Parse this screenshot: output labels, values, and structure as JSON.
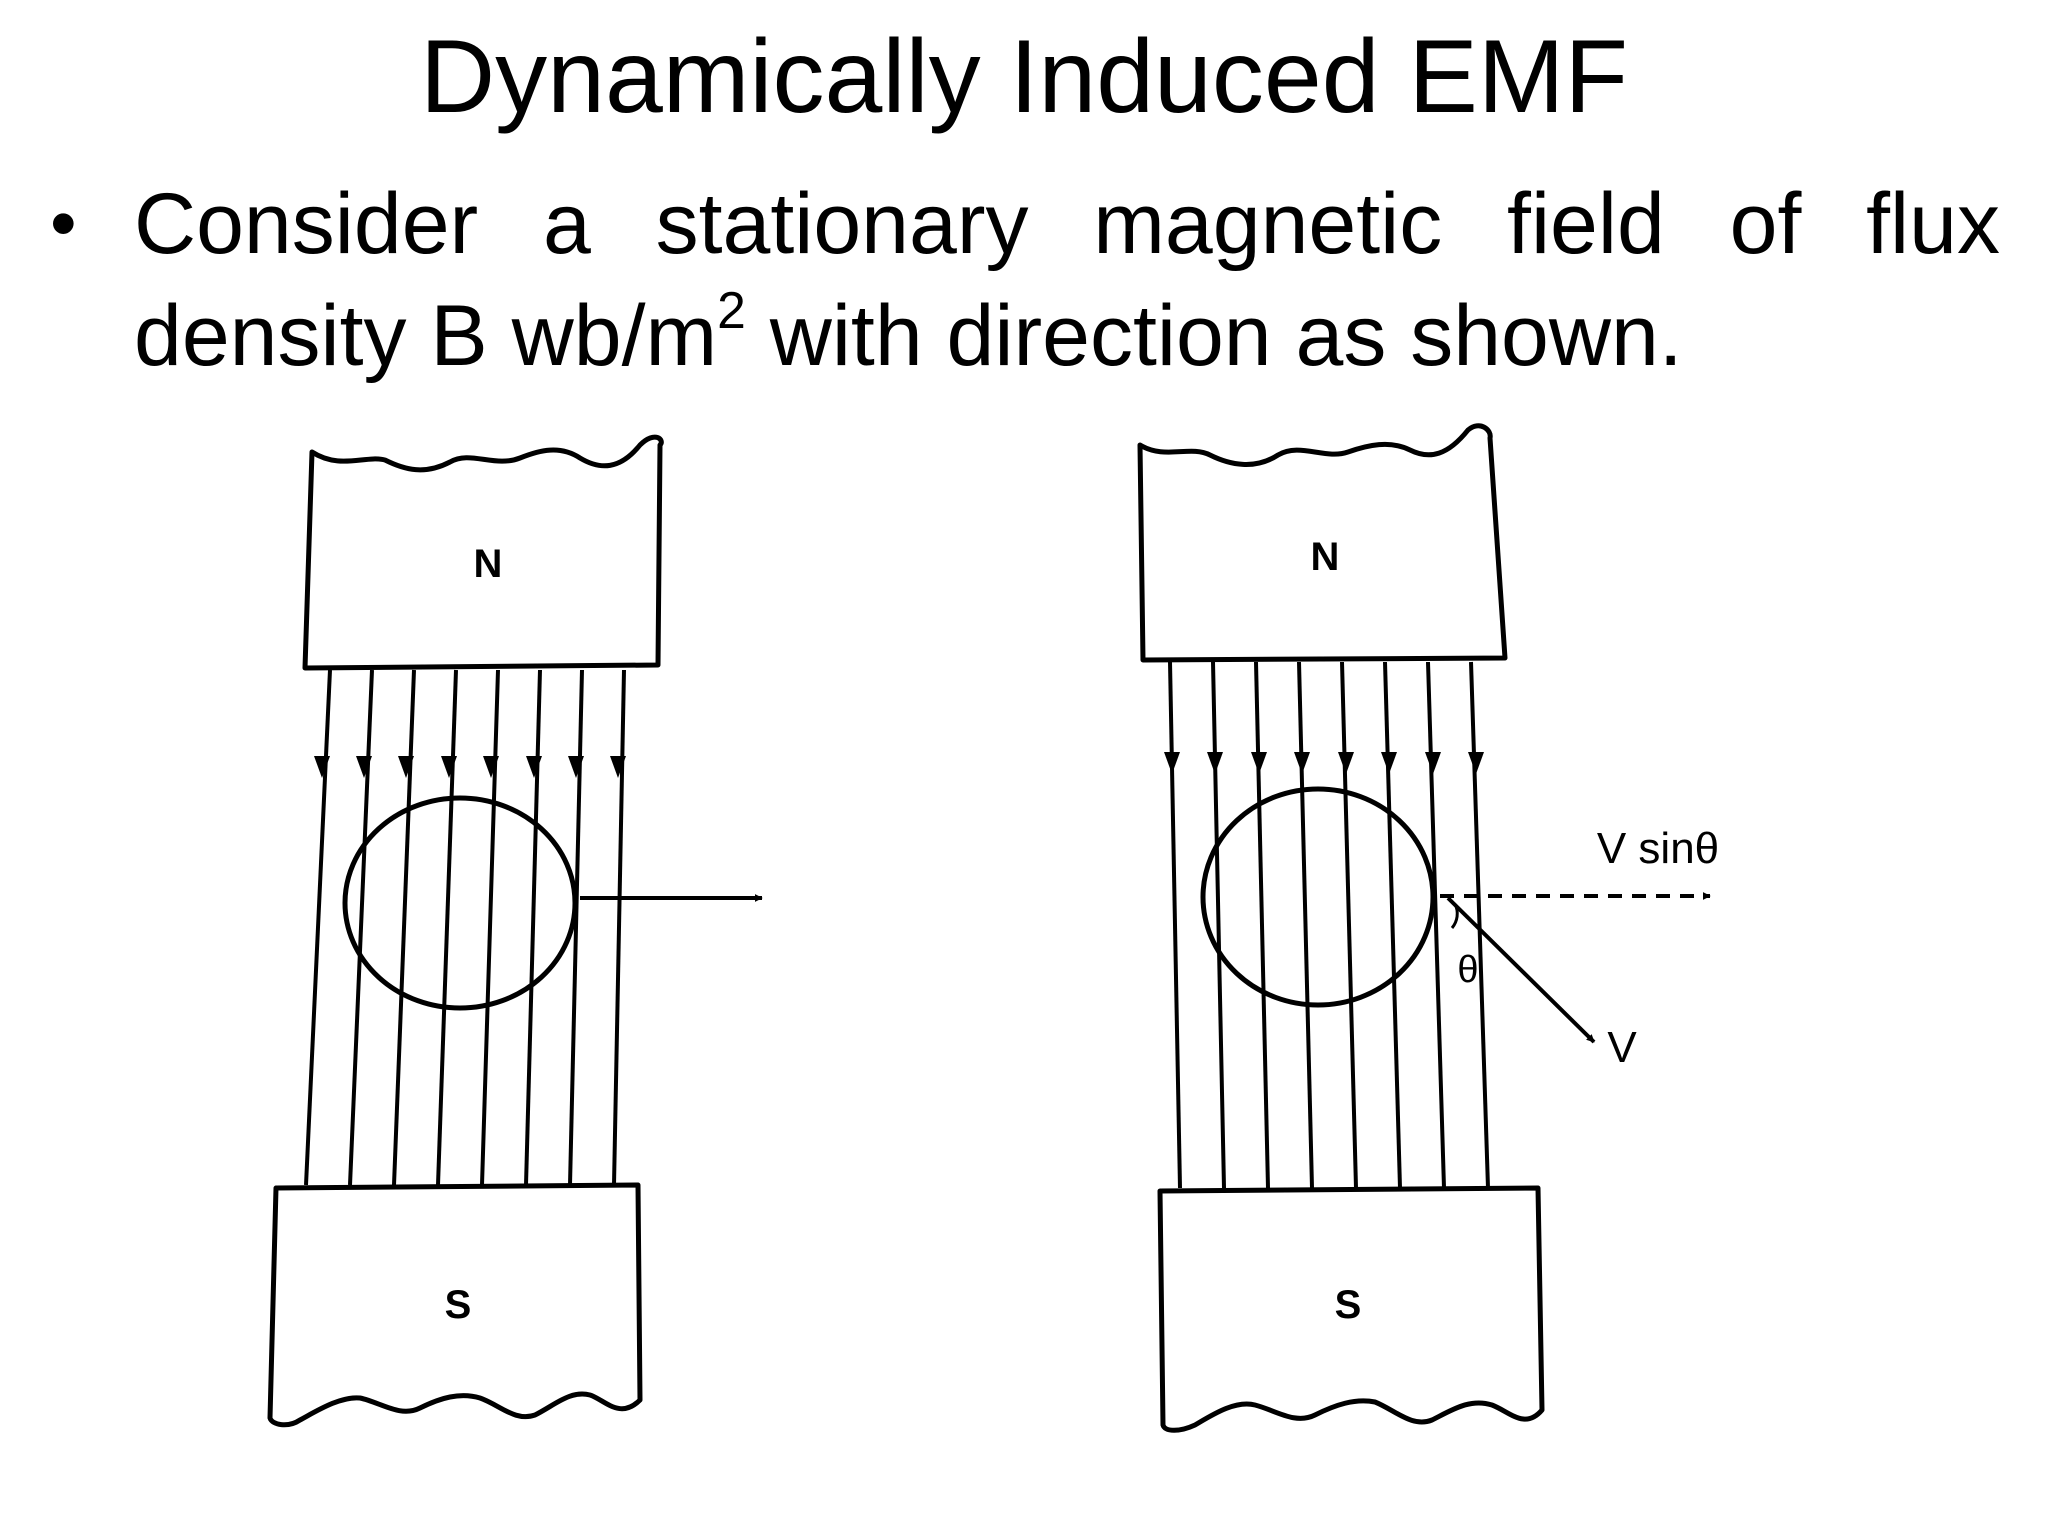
{
  "slide": {
    "title": "Dynamically Induced EMF",
    "bullet": {
      "text_before_sup": "Consider a stationary magnetic field of flux density B wb/m",
      "superscript": "2",
      "text_after_sup": " with direction as shown."
    }
  },
  "diagrams": {
    "left": {
      "north_label": "N",
      "south_label": "S"
    },
    "right": {
      "north_label": "N",
      "south_label": "S",
      "component_label": "V sinθ",
      "angle_label": "θ",
      "velocity_label": "V"
    }
  }
}
